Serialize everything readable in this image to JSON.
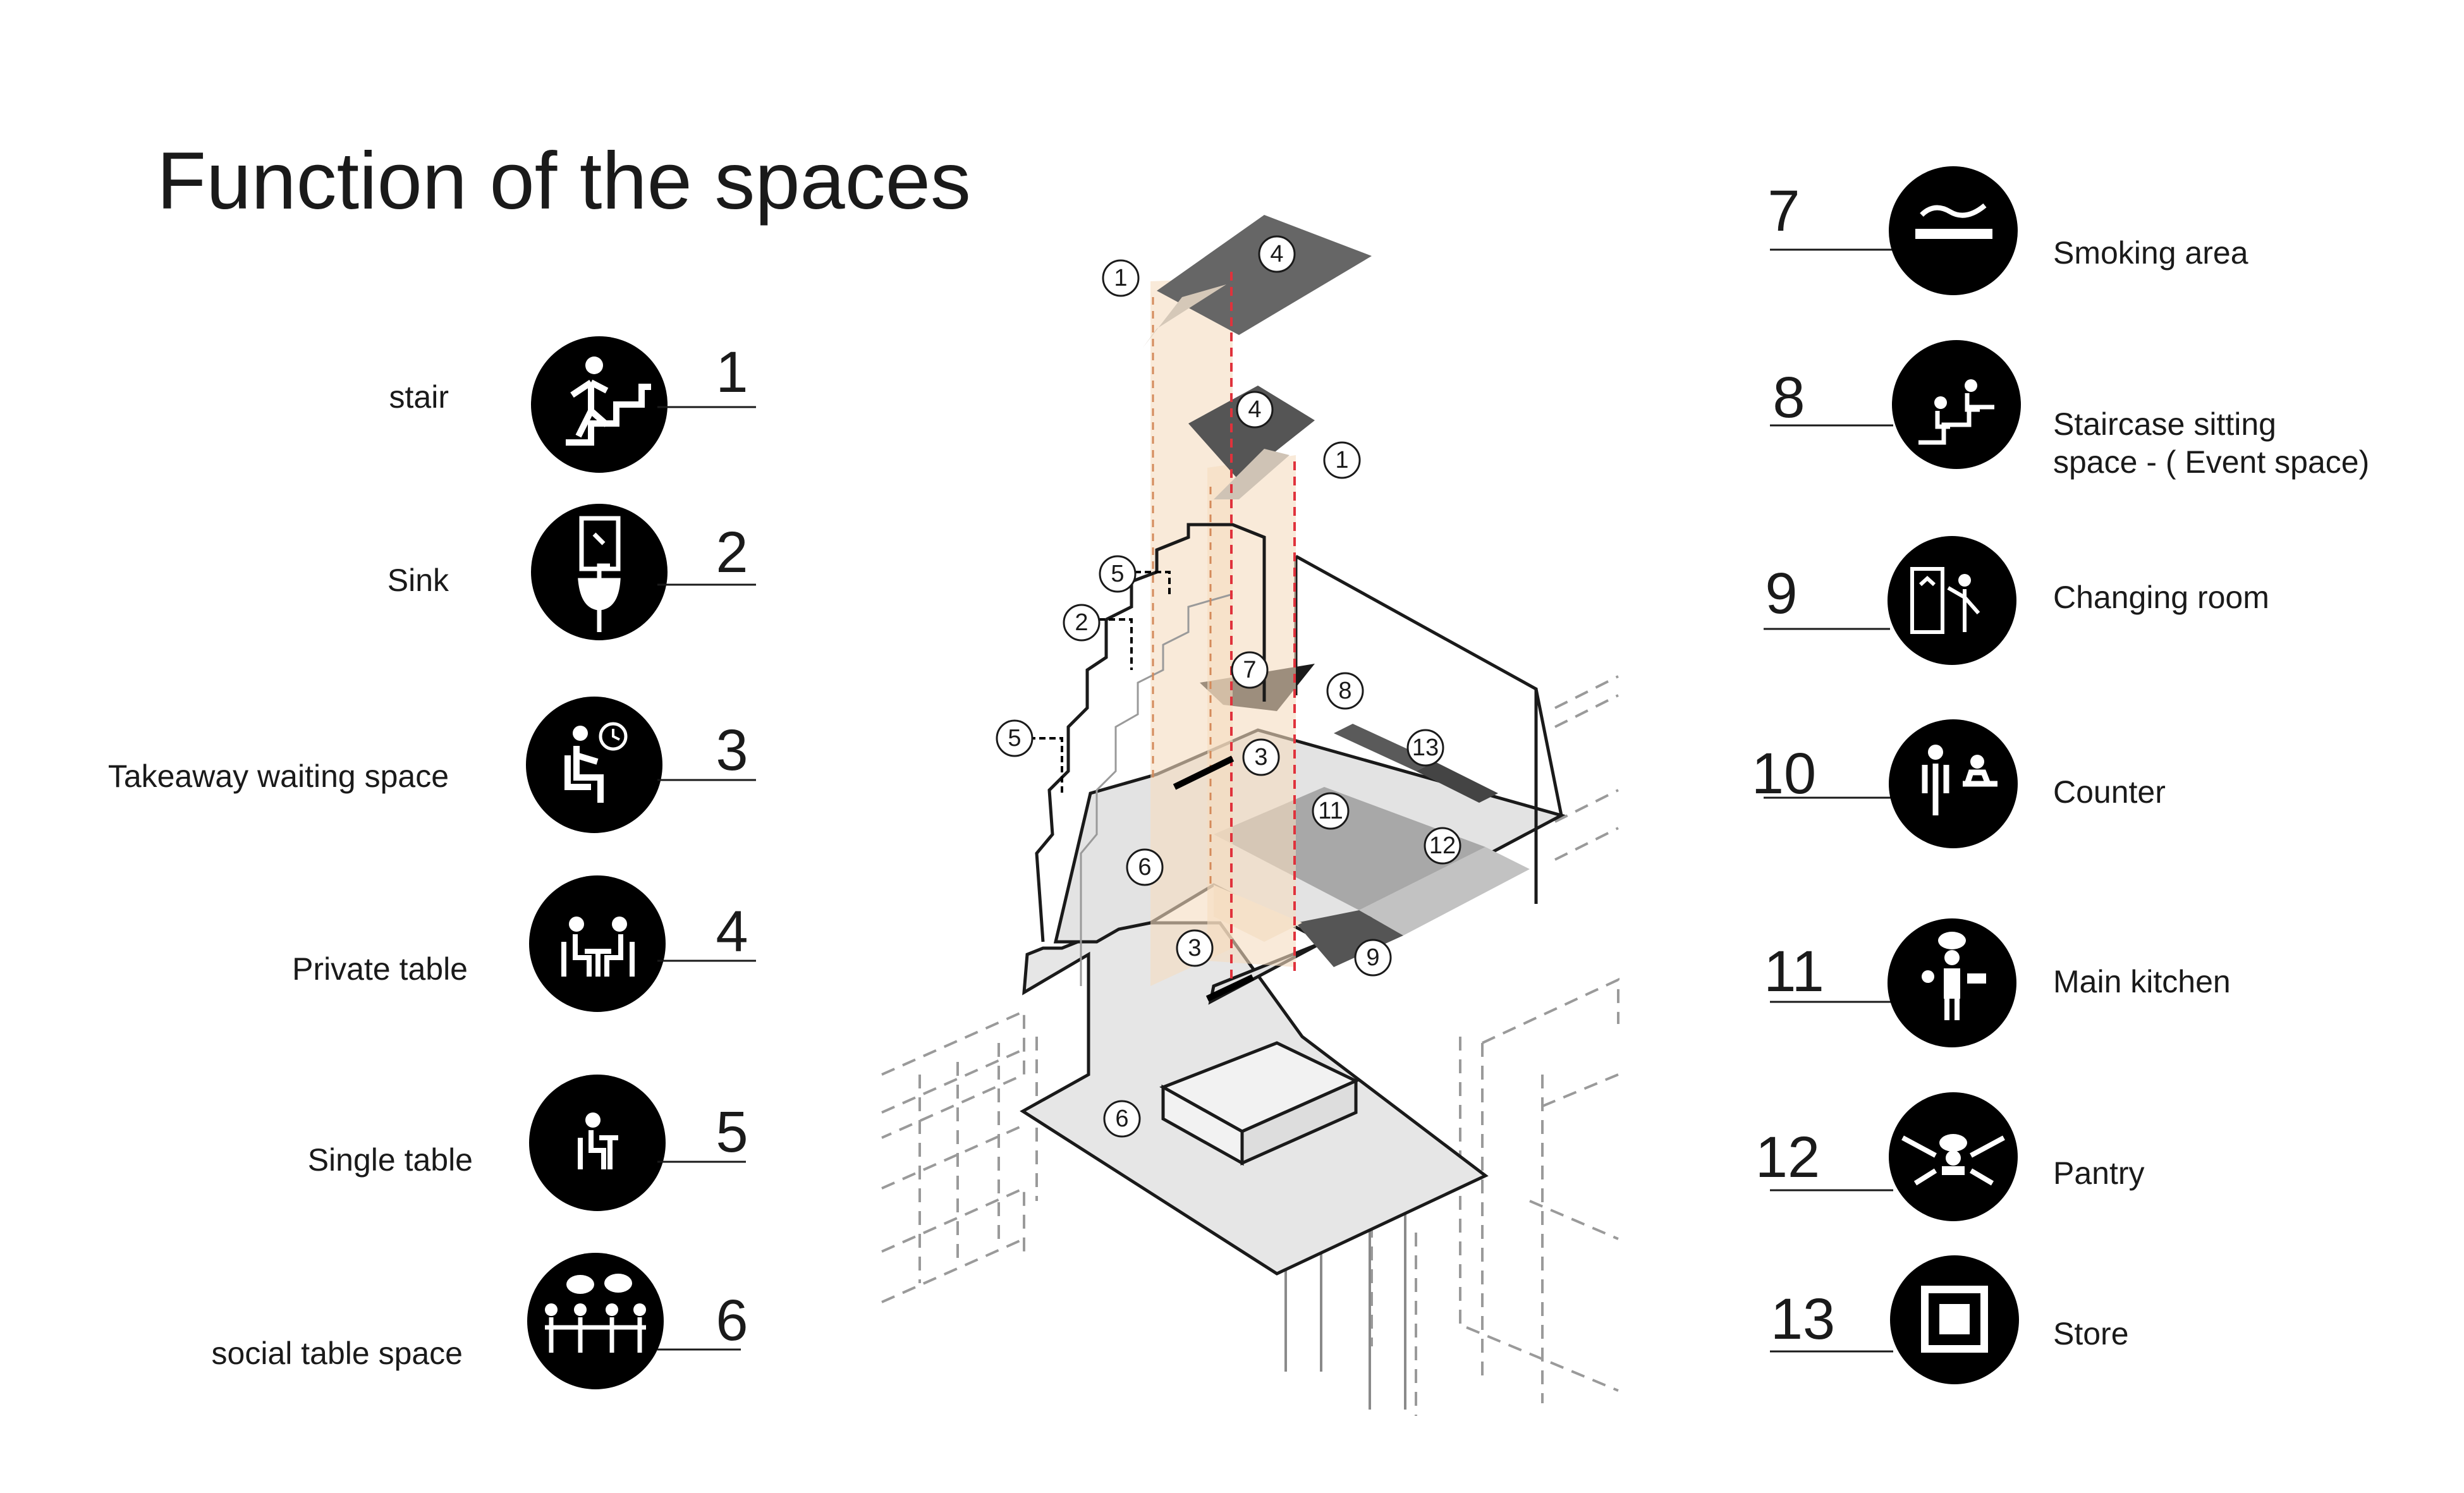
{
  "title": "Function of the spaces",
  "left_legend": [
    {
      "number": "1",
      "label": "stair",
      "icon": "stair-icon"
    },
    {
      "number": "2",
      "label": "Sink",
      "icon": "sink-icon"
    },
    {
      "number": "3",
      "label": "Takeaway waiting space",
      "icon": "waiting-icon"
    },
    {
      "number": "4",
      "label": "Private table",
      "icon": "private-table-icon"
    },
    {
      "number": "5",
      "label": "Single table",
      "icon": "single-table-icon"
    },
    {
      "number": "6",
      "label": "social table space",
      "icon": "social-table-icon"
    }
  ],
  "right_legend": [
    {
      "number": "7",
      "label_lines": [
        "Smoking area"
      ],
      "icon": "smoking-icon"
    },
    {
      "number": "8",
      "label_lines": [
        "Staircase sitting",
        "space - ( Event space)"
      ],
      "icon": "staircase-sitting-icon"
    },
    {
      "number": "9",
      "label_lines": [
        "Changing room"
      ],
      "icon": "changing-room-icon"
    },
    {
      "number": "10",
      "label_lines": [
        "Counter"
      ],
      "icon": "counter-icon"
    },
    {
      "number": "11",
      "label_lines": [
        "Main kitchen"
      ],
      "icon": "chef-icon"
    },
    {
      "number": "12",
      "label_lines": [
        "Pantry"
      ],
      "icon": "pantry-icon"
    },
    {
      "number": "13",
      "label_lines": [
        "Store"
      ],
      "icon": "store-icon"
    }
  ],
  "markers": [
    "1",
    "4",
    "4",
    "1",
    "5",
    "2",
    "7",
    "8",
    "5",
    "3",
    "13",
    "11",
    "12",
    "6",
    "3",
    "9",
    "6"
  ],
  "colors": {
    "icon_fill": "#000000",
    "accent_red": "#e0323c",
    "stair_tint": "#f5dcc0",
    "floor_grey": "#e0e0e0"
  }
}
